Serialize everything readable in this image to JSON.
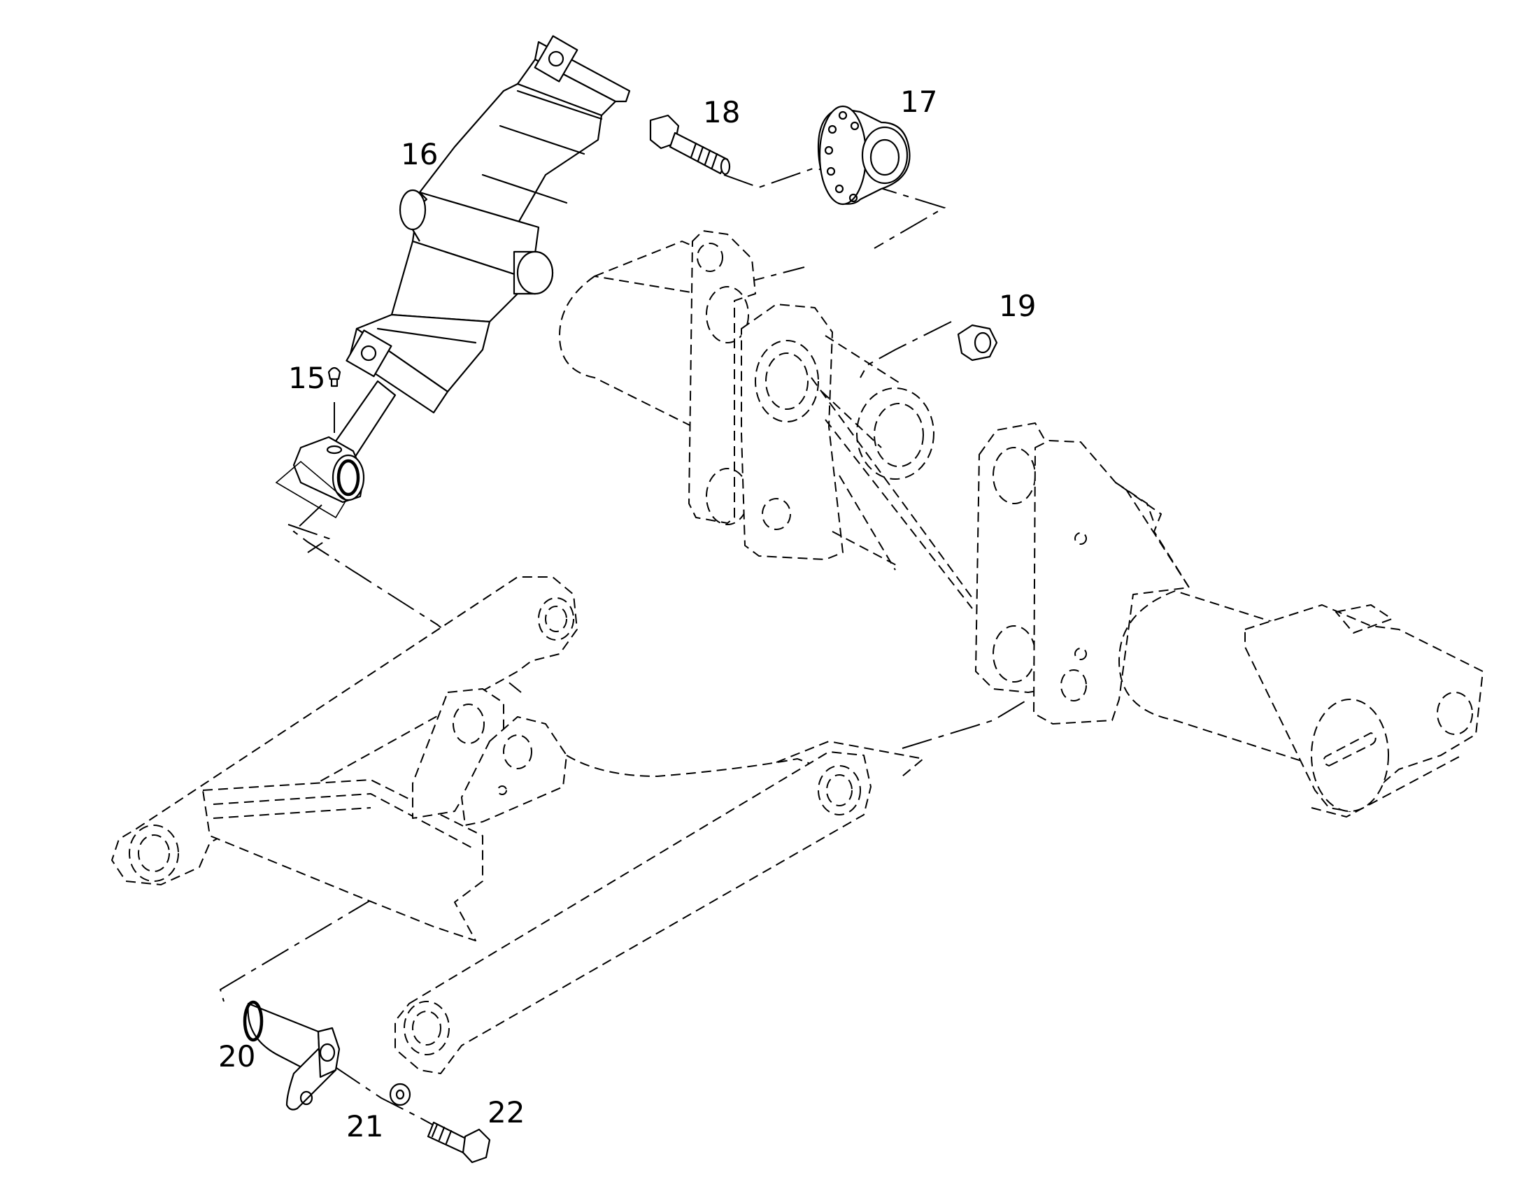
{
  "diagram": {
    "parts": [
      {
        "id": "hydraulic-cylinder",
        "callout": "16"
      },
      {
        "id": "grease-nipple",
        "callout": "15"
      },
      {
        "id": "screw",
        "callout": "18"
      },
      {
        "id": "bushing-flange",
        "callout": "17"
      },
      {
        "id": "nut",
        "callout": "19"
      },
      {
        "id": "pin",
        "callout": "20"
      },
      {
        "id": "washer",
        "callout": "21"
      },
      {
        "id": "bolt",
        "callout": "22"
      }
    ],
    "assemblies": [
      "frame-axle-housing",
      "swing-arm"
    ]
  }
}
